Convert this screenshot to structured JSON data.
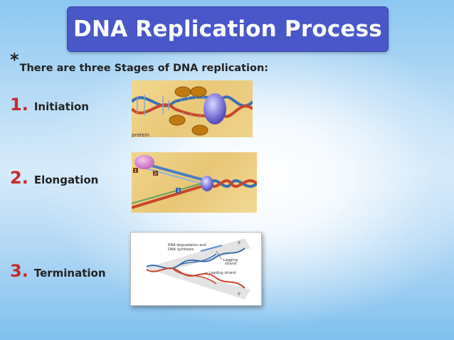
{
  "slide": {
    "title": "DNA Replication Process",
    "intro_star": "*",
    "intro_text": "There are three Stages of DNA replication:",
    "stages": [
      {
        "number": "1.",
        "label": "Initiation"
      },
      {
        "number": "2.",
        "label": "Elongation"
      },
      {
        "number": "3.",
        "label": "Termination"
      }
    ]
  },
  "figures": {
    "initiation": {
      "caption_fragment": "protein"
    },
    "elongation": {
      "tags": [
        "1",
        "2",
        "3"
      ]
    },
    "termination": {
      "label_rna": "RNA degradation and",
      "label_rna2": "DNA synthesis",
      "label_lagging": "Lagging",
      "label_lagging2": "strand",
      "label_leading": "Leading strand",
      "label_3": "3'",
      "label_5": "5'"
    }
  },
  "colors": {
    "title_bg": "#4a57c9",
    "number": "#c62a2a",
    "text": "#222222"
  }
}
